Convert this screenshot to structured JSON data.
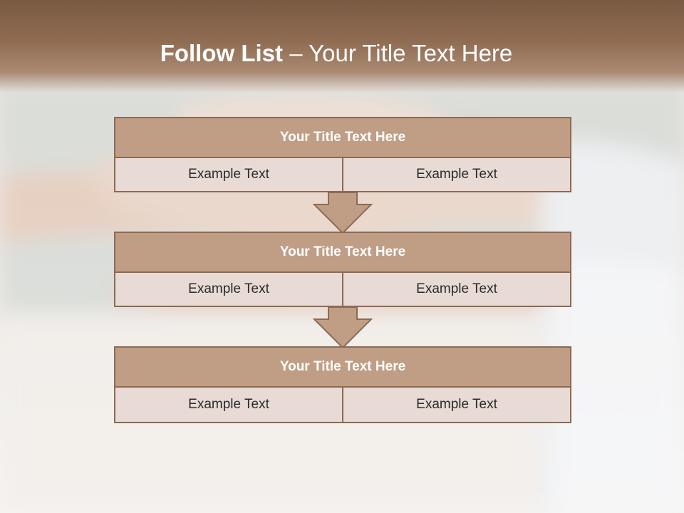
{
  "slide": {
    "title_bold": "Follow List",
    "title_rest": " – Your Title Text Here"
  },
  "rows": [
    {
      "title": "Your Title Text Here",
      "left": "Example Text",
      "right": "Example Text"
    },
    {
      "title": "Your Title Text Here",
      "left": "Example Text",
      "right": "Example Text"
    },
    {
      "title": "Your Title Text Here",
      "left": "Example Text",
      "right": "Example Text"
    }
  ],
  "colors": {
    "header_brown": "#7b5a43",
    "box_fill": "#c09e85",
    "cell_fill": "#e8dbd6",
    "border": "#8d6a52"
  }
}
